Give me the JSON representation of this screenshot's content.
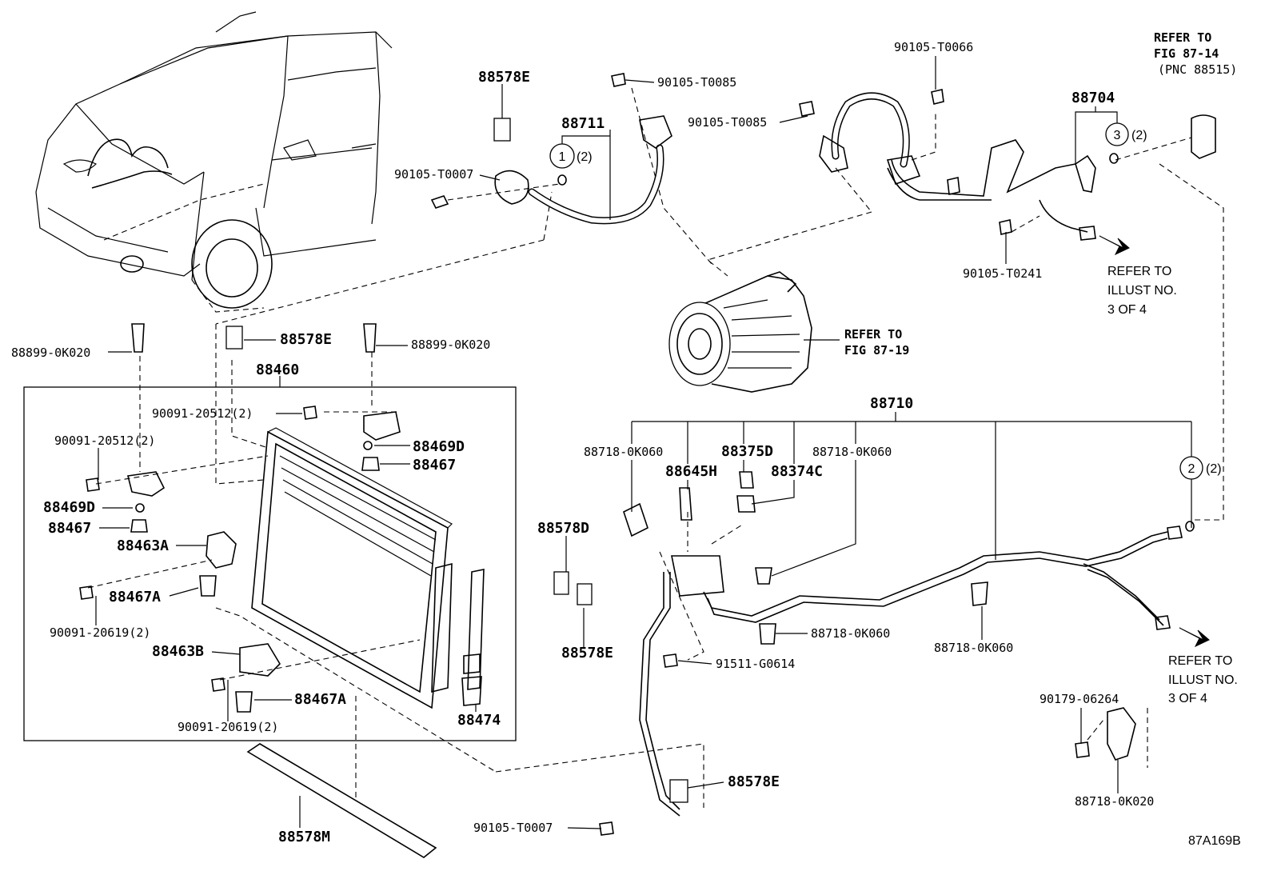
{
  "parts": {
    "p88578E_top": "88578E",
    "p88711": "88711",
    "p90105T0085_a": "90105-T0085",
    "p90105T0085_b": "90105-T0085",
    "p90105T0007_top": "90105-T0007",
    "p90105T0066": "90105-T0066",
    "p88704": "88704",
    "p90105T0241": "90105-T0241",
    "p88899_left": "88899-0K020",
    "p88578E_mid": "88578E",
    "p88899_right": "88899-0K020",
    "p88460": "88460",
    "p90091_20512_top": "90091-20512(2)",
    "p90091_20512_left": "90091-20512(2)",
    "p88469D_right": "88469D",
    "p88467_right": "88467",
    "p88469D_left": "88469D",
    "p88467_left": "88467",
    "p88463A": "88463A",
    "p88467A_left": "88467A",
    "p90091_20619_left": "90091-20619(2)",
    "p88463B": "88463B",
    "p88467A_bottom": "88467A",
    "p90091_20619_bottom": "90091-20619(2)",
    "p88474": "88474",
    "p88578M": "88578M",
    "p88710": "88710",
    "p88718_a": "88718-0K060",
    "p88375D": "88375D",
    "p88718_b": "88718-0K060",
    "p88645H": "88645H",
    "p88374C": "88374C",
    "p88578D": "88578D",
    "p88578E_low": "88578E",
    "p88718_c": "88718-0K060",
    "p88718_d": "88718-0K060",
    "p91511": "91511-G0614",
    "p88578E_bottom": "88578E",
    "p90105T0007_bottom": "90105-T0007",
    "p90179": "90179-06264",
    "p88718_0K020": "88718-0K020"
  },
  "circles": {
    "c1": "1",
    "c1_qty": "(2)",
    "c3": "3",
    "c3_qty": "(2)",
    "c2": "2",
    "c2_qty": "(2)"
  },
  "refs": {
    "fig8714_l1": "REFER TO",
    "fig8714_l2": "FIG 87-14",
    "fig8714_l3": "(PNC 88515)",
    "fig8719_l1": "REFER TO",
    "fig8719_l2": "FIG 87-19",
    "illust_top_l1": "REFER TO",
    "illust_top_l2": "ILLUST NO.",
    "illust_top_l3": "3 OF 4",
    "illust_bot_l1": "REFER TO",
    "illust_bot_l2": "ILLUST NO.",
    "illust_bot_l3": "3 OF 4"
  },
  "diagram_id": "87A169B"
}
